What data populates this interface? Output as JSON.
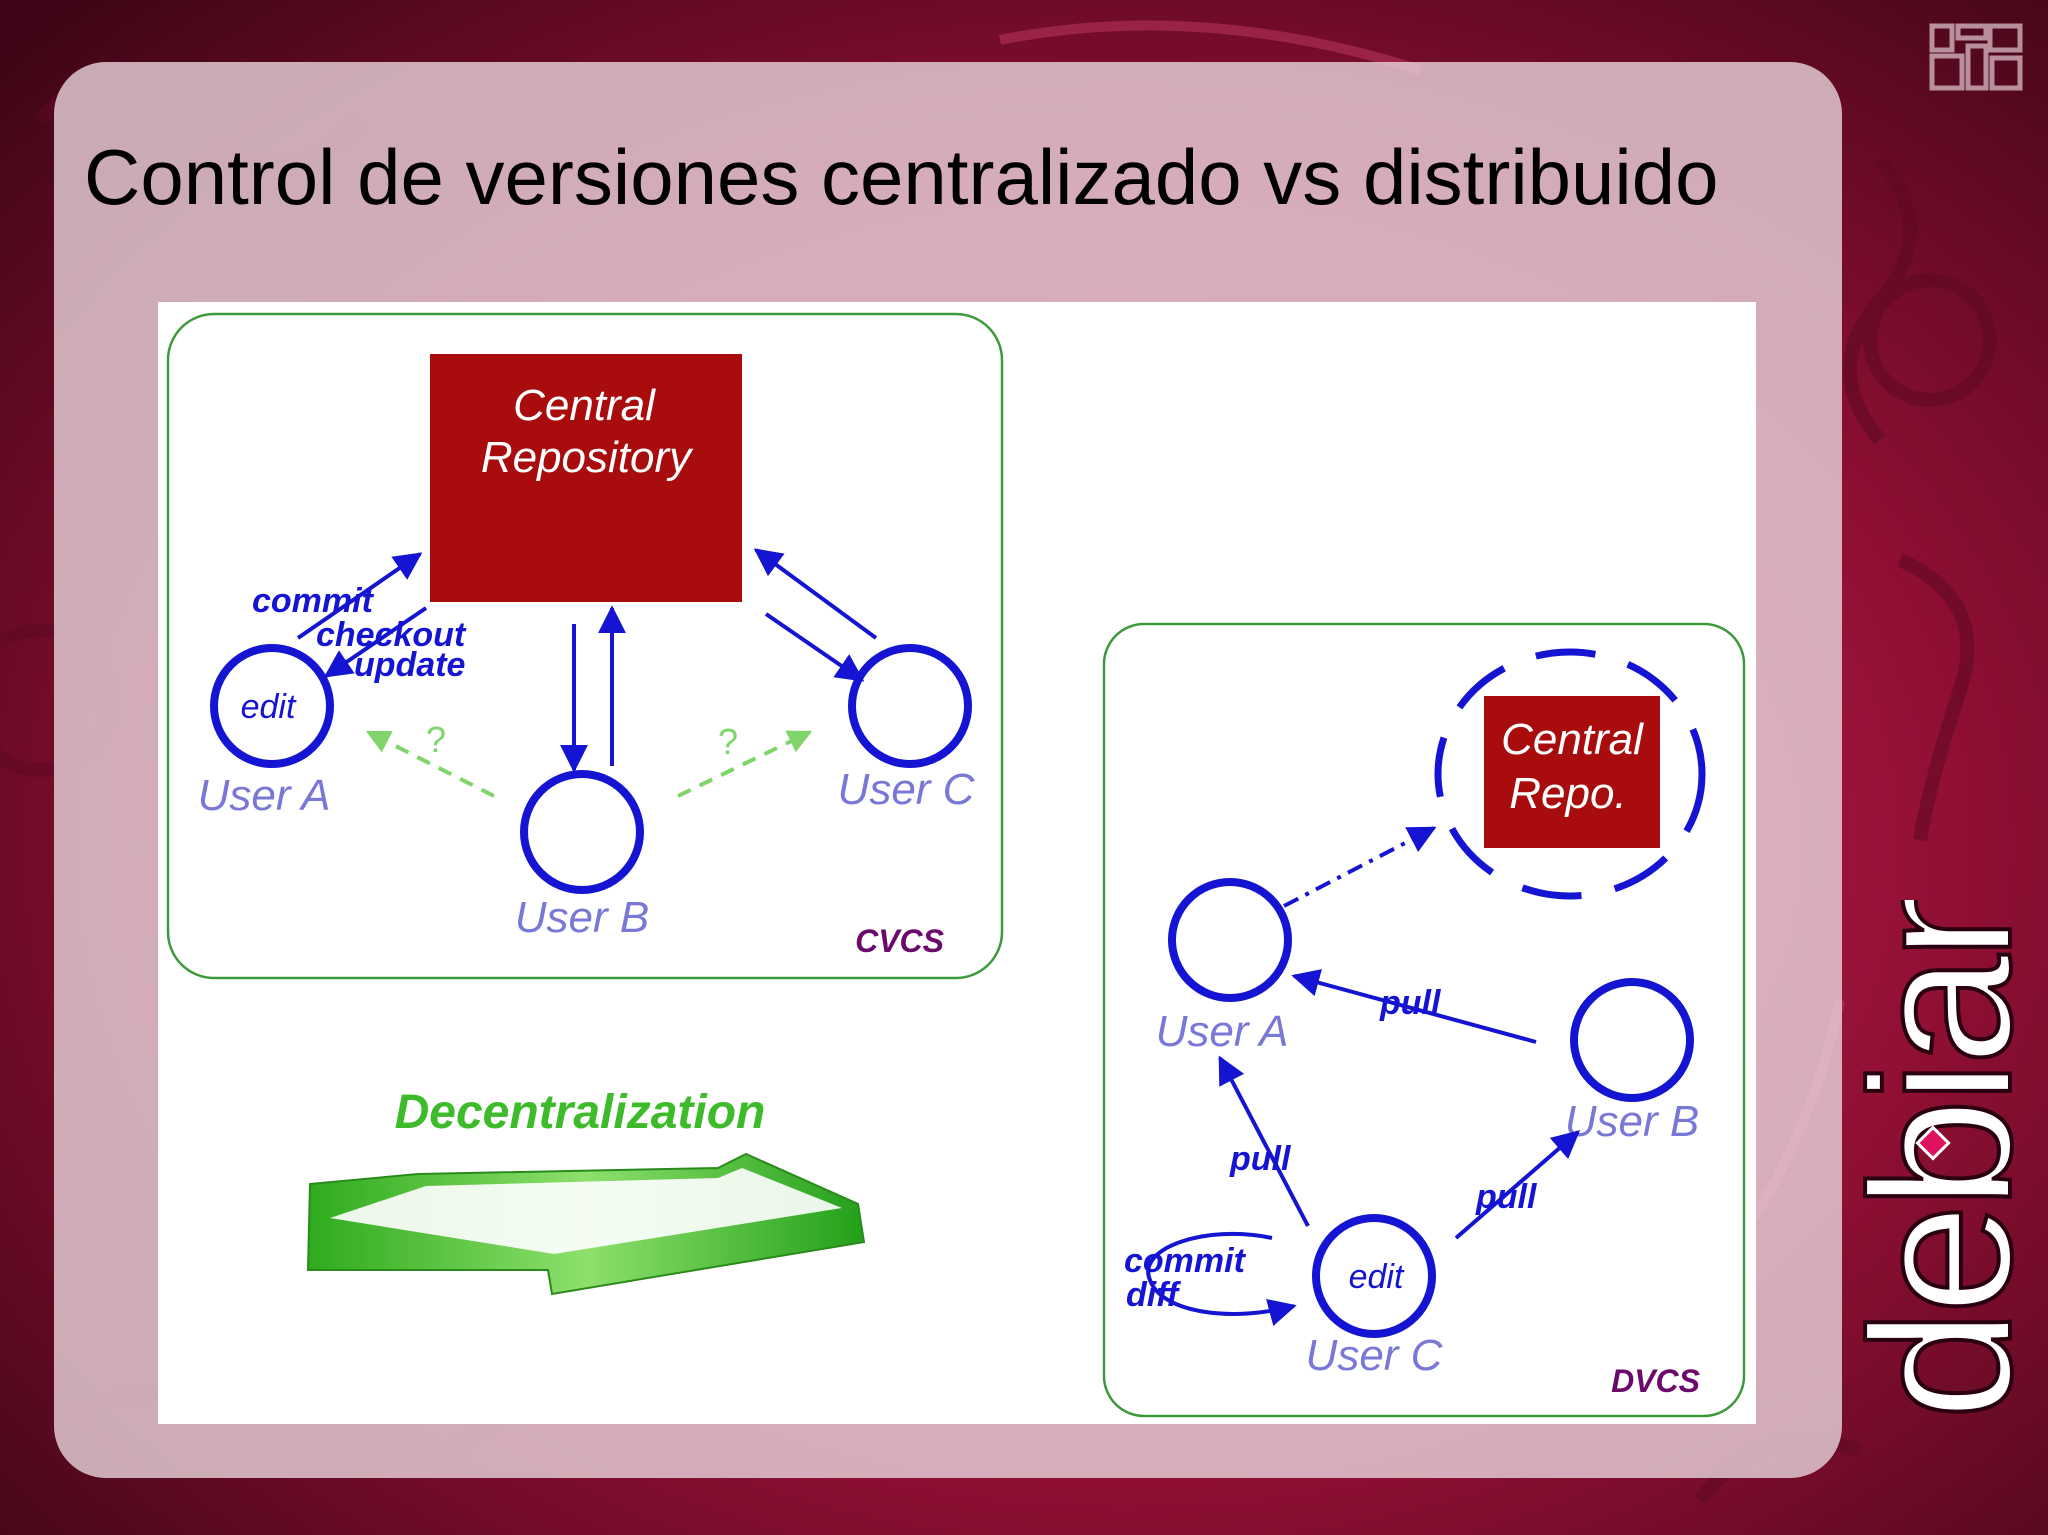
{
  "slide": {
    "title": "Control de versiones centralizado vs distribuido",
    "brand": "debian"
  },
  "cvcs": {
    "label": "CVCS",
    "central_repo": [
      "Central",
      "Repository"
    ],
    "users": {
      "a": "User A",
      "b": "User B",
      "c": "User C"
    },
    "edit": "edit",
    "commit": "commit",
    "checkout": "checkout",
    "update": "update",
    "question": "?"
  },
  "decentralization": {
    "label": "Decentralization"
  },
  "dvcs": {
    "label": "DVCS",
    "central_repo": [
      "Central",
      "Repo."
    ],
    "users": {
      "a": "User A",
      "b": "User B",
      "c": "User C"
    },
    "edit": "edit",
    "pull": "pull",
    "commit": "commit",
    "diff": "diff"
  },
  "colors": {
    "repo": "#a80c0c",
    "node": "#1414d2",
    "user_label": "#7a78d6",
    "frame": "#3c9a3c",
    "system_label": "#6b0a6b",
    "arrow_green": "#3dbb2a",
    "dashed_green": "#7fd46a"
  }
}
